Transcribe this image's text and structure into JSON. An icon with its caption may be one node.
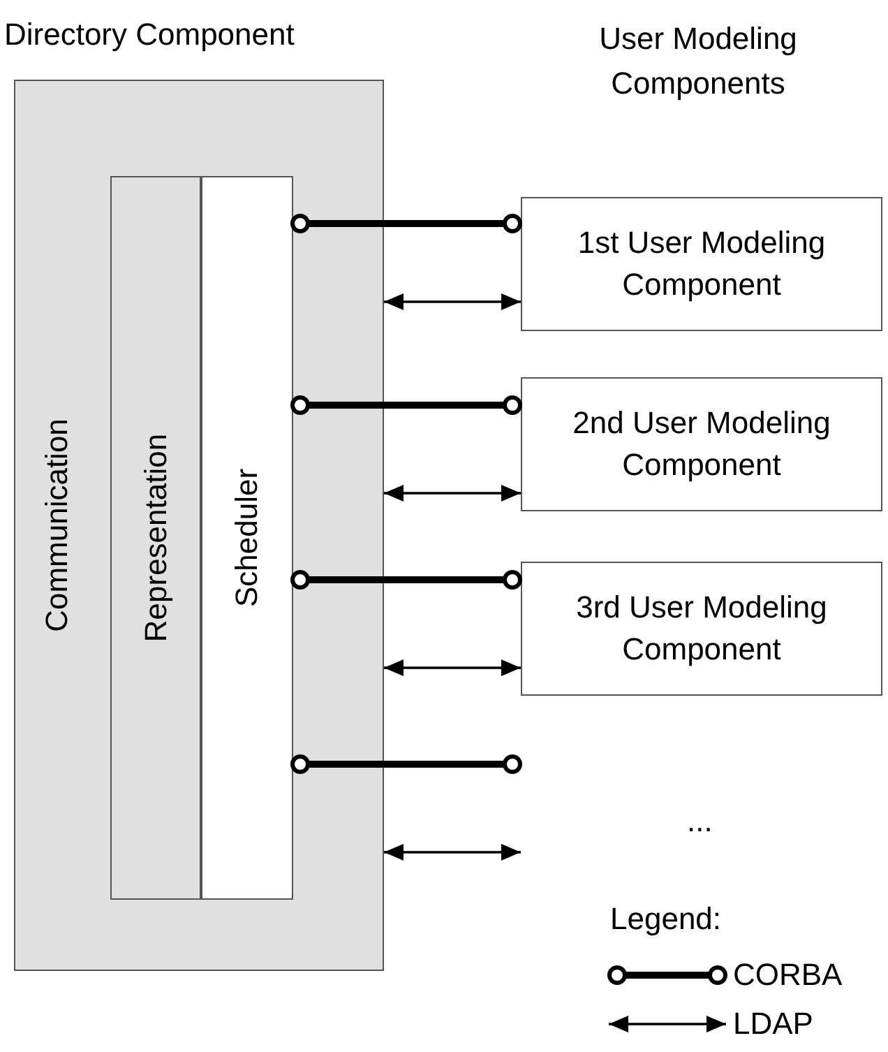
{
  "diagram": {
    "nodes": [
      {
        "text": [
          "Directory Component",
          "Communication"
        ]
      },
      {
        "text": [
          "Representation"
        ],
        "in": 0
      },
      {
        "text": [
          "Scheduler"
        ],
        "in": 0
      },
      {
        "text": [
          "1st User Modeling Component"
        ]
      },
      {
        "text": [
          "2nd User Modeling Component"
        ]
      },
      {
        "text": [
          "3rd User Modeling Component"
        ]
      }
    ],
    "edges": [
      {
        "from": 2,
        "to": 3,
        "arrow": "other",
        "style": "thick"
      },
      {
        "from": 0,
        "to": 3,
        "arrow": "both"
      },
      {
        "from": 2,
        "to": 4,
        "arrow": "other",
        "style": "thick"
      },
      {
        "from": 0,
        "to": 4,
        "arrow": "both"
      },
      {
        "from": 2,
        "to": 5,
        "arrow": "other",
        "style": "thick"
      },
      {
        "from": 0,
        "to": 5,
        "arrow": "both"
      },
      {
        "from": 2,
        "to": null,
        "arrow": "other",
        "style": "thick"
      },
      {
        "from": 0,
        "to": null,
        "arrow": "both"
      }
    ],
    "labels": [
      "User Modeling Components",
      "...",
      "Legend:"
    ],
    "legend": [
      {
        "text": "CORBA"
      },
      {
        "text": "LDAP"
      }
    ]
  }
}
